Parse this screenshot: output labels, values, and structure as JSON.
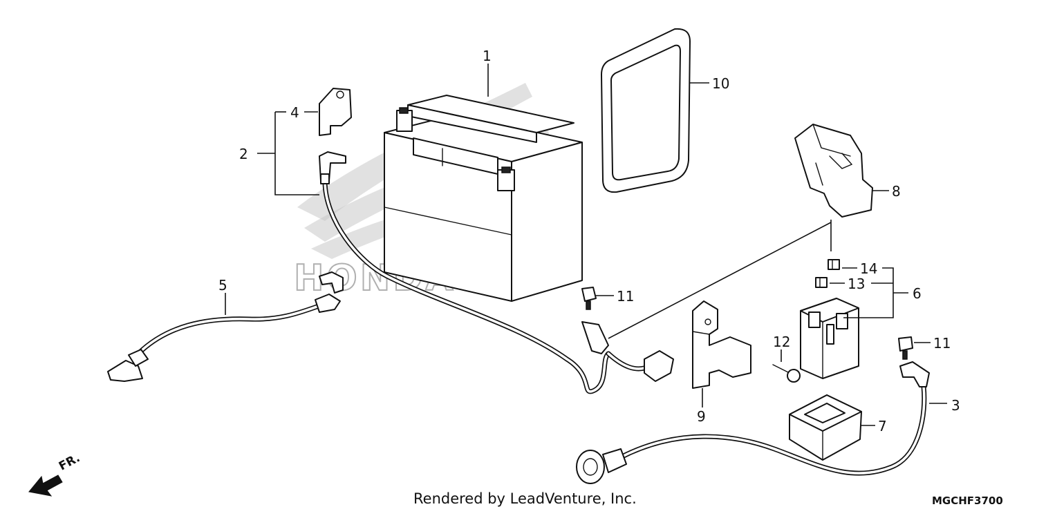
{
  "diagram": {
    "callouts": {
      "c1": "1",
      "c2": "2",
      "c3": "3",
      "c4": "4",
      "c5": "5",
      "c6": "6",
      "c7": "7",
      "c8": "8",
      "c9": "9",
      "c10": "10",
      "c11a": "11",
      "c11b": "11",
      "c12": "12",
      "c13": "13",
      "c14": "14"
    },
    "watermark_text": "HONDA",
    "front_label": "FR.",
    "render_credit": "Rendered by LeadVenture, Inc.",
    "diagram_code": "MGCHF3700"
  }
}
